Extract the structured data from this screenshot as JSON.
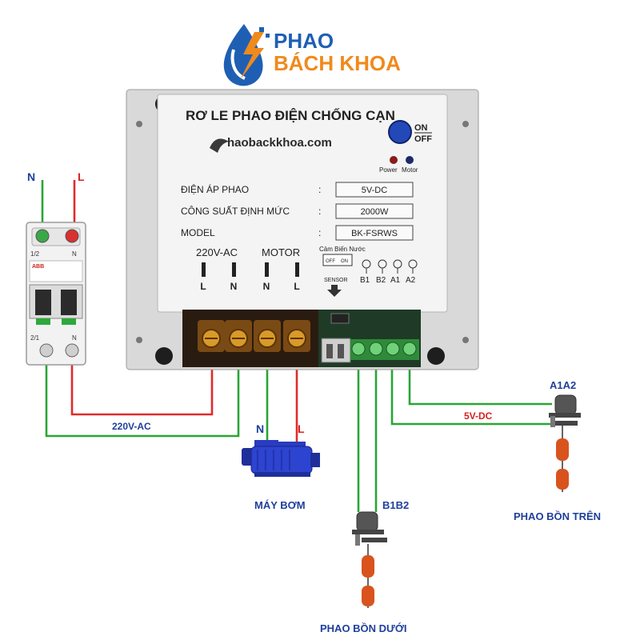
{
  "brand": {
    "line1": "PHAO",
    "line2": "BÁCH KHOA",
    "colors": {
      "blue": "#1e5fb4",
      "orange": "#f08a1c"
    }
  },
  "device": {
    "title": "RƠ LE PHAO ĐIỆN CHỐNG CẠN",
    "website": "haobackkhoa.com",
    "on_label": "ON",
    "off_label": "OFF",
    "led_labels": [
      "Power",
      "Motor"
    ],
    "specs": [
      {
        "label": "ĐIỆN ÁP PHAO",
        "value": "5V-DC"
      },
      {
        "label": "CÔNG SUẤT ĐỊNH MỨC",
        "value": "2000W"
      },
      {
        "label": "MODEL",
        "value": "BK-FSRWS"
      }
    ],
    "group_220": "220V-AC",
    "group_motor": "MOTOR",
    "terminal_letters": [
      "L",
      "N",
      "N",
      "L"
    ],
    "sensor_title": "Cảm Biến Nước",
    "sensor_off": "OFF",
    "sensor_on": "ON",
    "sensor_label": "SENSOR",
    "float_terminals": [
      "B1",
      "B2",
      "A1",
      "A2"
    ]
  },
  "breaker": {
    "n_label": "N",
    "l_label": "L",
    "top_marks": [
      "1/2",
      "N"
    ],
    "bottom_marks": [
      "2/1",
      "N"
    ],
    "brand": "ABB"
  },
  "labels": {
    "ac_220": "220V-AC",
    "dc_5v": "5V-DC",
    "motor_n": "N",
    "motor_l": "L",
    "pump": "MÁY BƠM",
    "b1b2": "B1B2",
    "a1a2": "A1A2",
    "lower_float": "PHAO BỒN DƯỚI",
    "upper_float": "PHAO BỒN TRÊN"
  }
}
